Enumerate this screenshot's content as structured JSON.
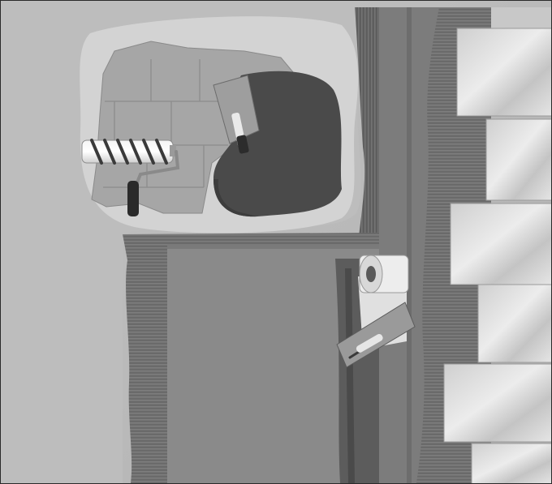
{
  "scene": {
    "kind": "waterproofing-membrane-illustration",
    "palette": {
      "wall": "#b9b9b9",
      "wall_light": "#c6c6c6",
      "primer": "#d4d4d4",
      "dark_membrane": "#4a4a4a",
      "grooved_adhesive": "#6e6e6e",
      "mid_membrane": "#8c8c8c",
      "tile_light": "#e3e3e3",
      "tile_shade": "#bdbdbd"
    },
    "objects": [
      "old-tile-patch",
      "paint-roller",
      "notched-trowel",
      "sealing-tape-roll",
      "plastering-trowel",
      "wall-tiles"
    ]
  }
}
